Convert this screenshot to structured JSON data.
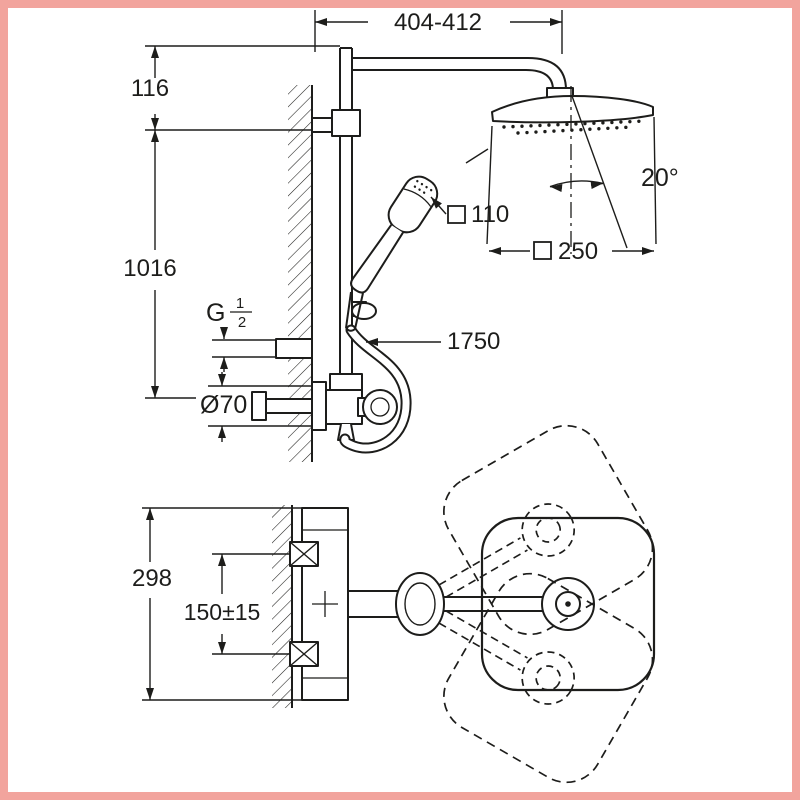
{
  "theme": {
    "line": "#1d1d1b",
    "frame": "#f2a49d",
    "bg": "#ffffff"
  },
  "labels": {
    "width_range": "404-412",
    "top_offset": "116",
    "column_height": "1016",
    "tilt_angle": "20°",
    "handshower_width": "110",
    "headshower_width": "250",
    "hose_length": "1750",
    "thread_letter": "G",
    "thread_num": "1",
    "thread_den": "2",
    "rosette_diameter": "Ø70",
    "body_length": "298",
    "inlet_spacing": "150±15"
  }
}
